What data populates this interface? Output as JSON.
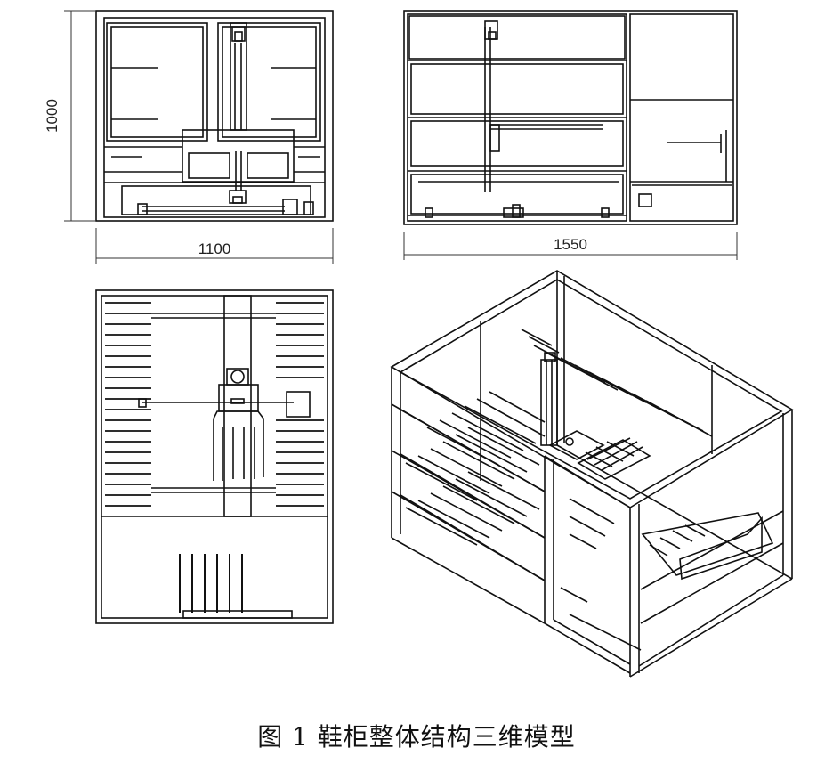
{
  "front_view": {
    "width_dim": "1100",
    "height_dim": "1000"
  },
  "side_view": {
    "width_dim": "1550"
  },
  "caption": "图 1 鞋柜整体结构三维模型"
}
